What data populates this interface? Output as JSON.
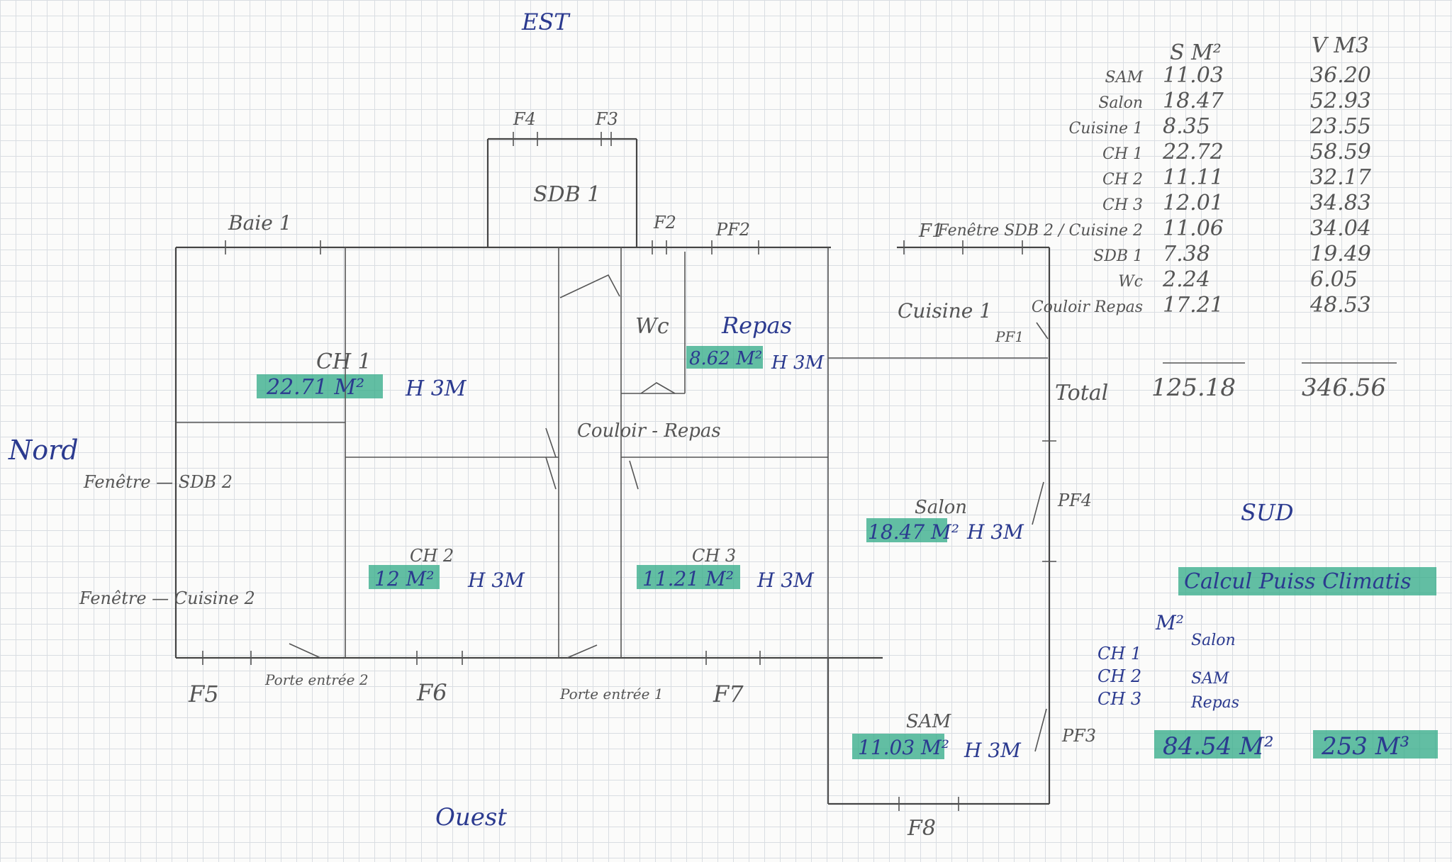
{
  "orientation": {
    "north": "Nord",
    "east": "EST",
    "south": "SUD",
    "west": "Ouest"
  },
  "openings": {
    "baie": "Baie 1",
    "f1": "F1",
    "f2": "F2",
    "f3": "F3",
    "f4": "F4",
    "f5": "F5",
    "f6": "F6",
    "f7": "F7",
    "f8": "F8",
    "pf1": "PF1",
    "pf2": "PF2",
    "pf3": "PF3",
    "pf4": "PF4",
    "porte1": "Porte entrée 1",
    "porte2": "Porte entrée 2"
  },
  "rooms": {
    "sdb1": "SDB 1",
    "wc": "Wc",
    "repas": {
      "name": "Repas",
      "area": "8.62 M²",
      "height": "H 3M"
    },
    "ch1": {
      "name": "CH 1",
      "area": "22.71 M²",
      "height": "H 3M"
    },
    "ch2": {
      "name": "CH 2",
      "area": "12 M²",
      "height": "H 3M"
    },
    "ch3": {
      "name": "CH 3",
      "area": "11.21 M²",
      "height": "H 3M"
    },
    "couloir": "Couloir - Repas",
    "cuisine1": "Cuisine 1",
    "salon": {
      "name": "Salon",
      "area": "18.47 M²",
      "height": "H 3M"
    },
    "sam": {
      "name": "SAM",
      "area": "11.03 M²",
      "height": "H 3M"
    }
  },
  "notes": {
    "fenetre_sdb2": "Fenêtre — SDB 2",
    "fenetre_cuisine2": "Fenêtre — Cuisine 2"
  },
  "table": {
    "col_s": "S M²",
    "col_v": "V M3",
    "rows": [
      {
        "label": "SAM",
        "s": "11.03",
        "v": "36.20"
      },
      {
        "label": "Salon",
        "s": "18.47",
        "v": "52.93"
      },
      {
        "label": "Cuisine 1",
        "s": "8.35",
        "v": "23.55"
      },
      {
        "label": "CH 1",
        "s": "22.72",
        "v": "58.59"
      },
      {
        "label": "CH 2",
        "s": "11.11",
        "v": "32.17"
      },
      {
        "label": "CH 3",
        "s": "12.01",
        "v": "34.83"
      },
      {
        "label": "Fenêtre SDB 2 / Cuisine 2",
        "s": "11.06",
        "v": "34.04"
      },
      {
        "label": "SDB 1",
        "s": "7.38",
        "v": "19.49"
      },
      {
        "label": "Wc",
        "s": "2.24",
        "v": "6.05"
      },
      {
        "label": "Couloir Repas",
        "s": "17.21",
        "v": "48.53"
      }
    ],
    "total_label": "Total",
    "total_s": "125.18",
    "total_v": "346.56"
  },
  "calc": {
    "title": "Calcul Puiss Climatis",
    "unit": "M²",
    "left": [
      "CH 1",
      "CH 2",
      "CH 3"
    ],
    "right": [
      "Salon",
      "SAM",
      "Repas"
    ],
    "area_total": "84.54 M²",
    "volume_total": "253 M³"
  },
  "colors": {
    "highlight": "#2fa985",
    "ink_blue": "#2b3a8f",
    "pencil": "#555555"
  }
}
